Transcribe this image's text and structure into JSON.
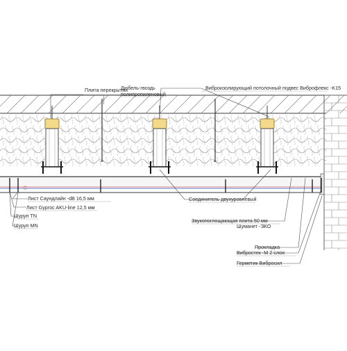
{
  "labels": {
    "slab": "Плита перекрытия",
    "dowel_1": "Дюбель-гвоздь",
    "dowel_2": "полипропиленовый",
    "hanger": "Виброизолирующий потолочный подвес Виброфлекс",
    "hanger_code": "-K15",
    "soundline": "Лист Саундлайн -dB 16,5  мм",
    "gyproc": "Лист Gyproc AKU-line 12,5  мм",
    "screw_tn": "Шуруп TN",
    "screw_mn": "Шуруп MN",
    "connector": "Соединитель двухуровневый",
    "board_1": "Звукопоглощающая плита  50 мм",
    "board_2": "Шуманет -ЭКО",
    "gasket_1": "Прокладка",
    "gasket_2": "Вибростек -М 2 слоя",
    "sealant": "Герметик Вибросил"
  },
  "colors": {
    "line": "#3a3a3a",
    "leader": "#4a4a4a",
    "wool": "#8c8c8c",
    "hanger_fill": "#f3d98a",
    "hanger_stroke": "#8a6a20",
    "sheet_blue": "#8fa6d6",
    "sheet_red": "#d88080"
  }
}
